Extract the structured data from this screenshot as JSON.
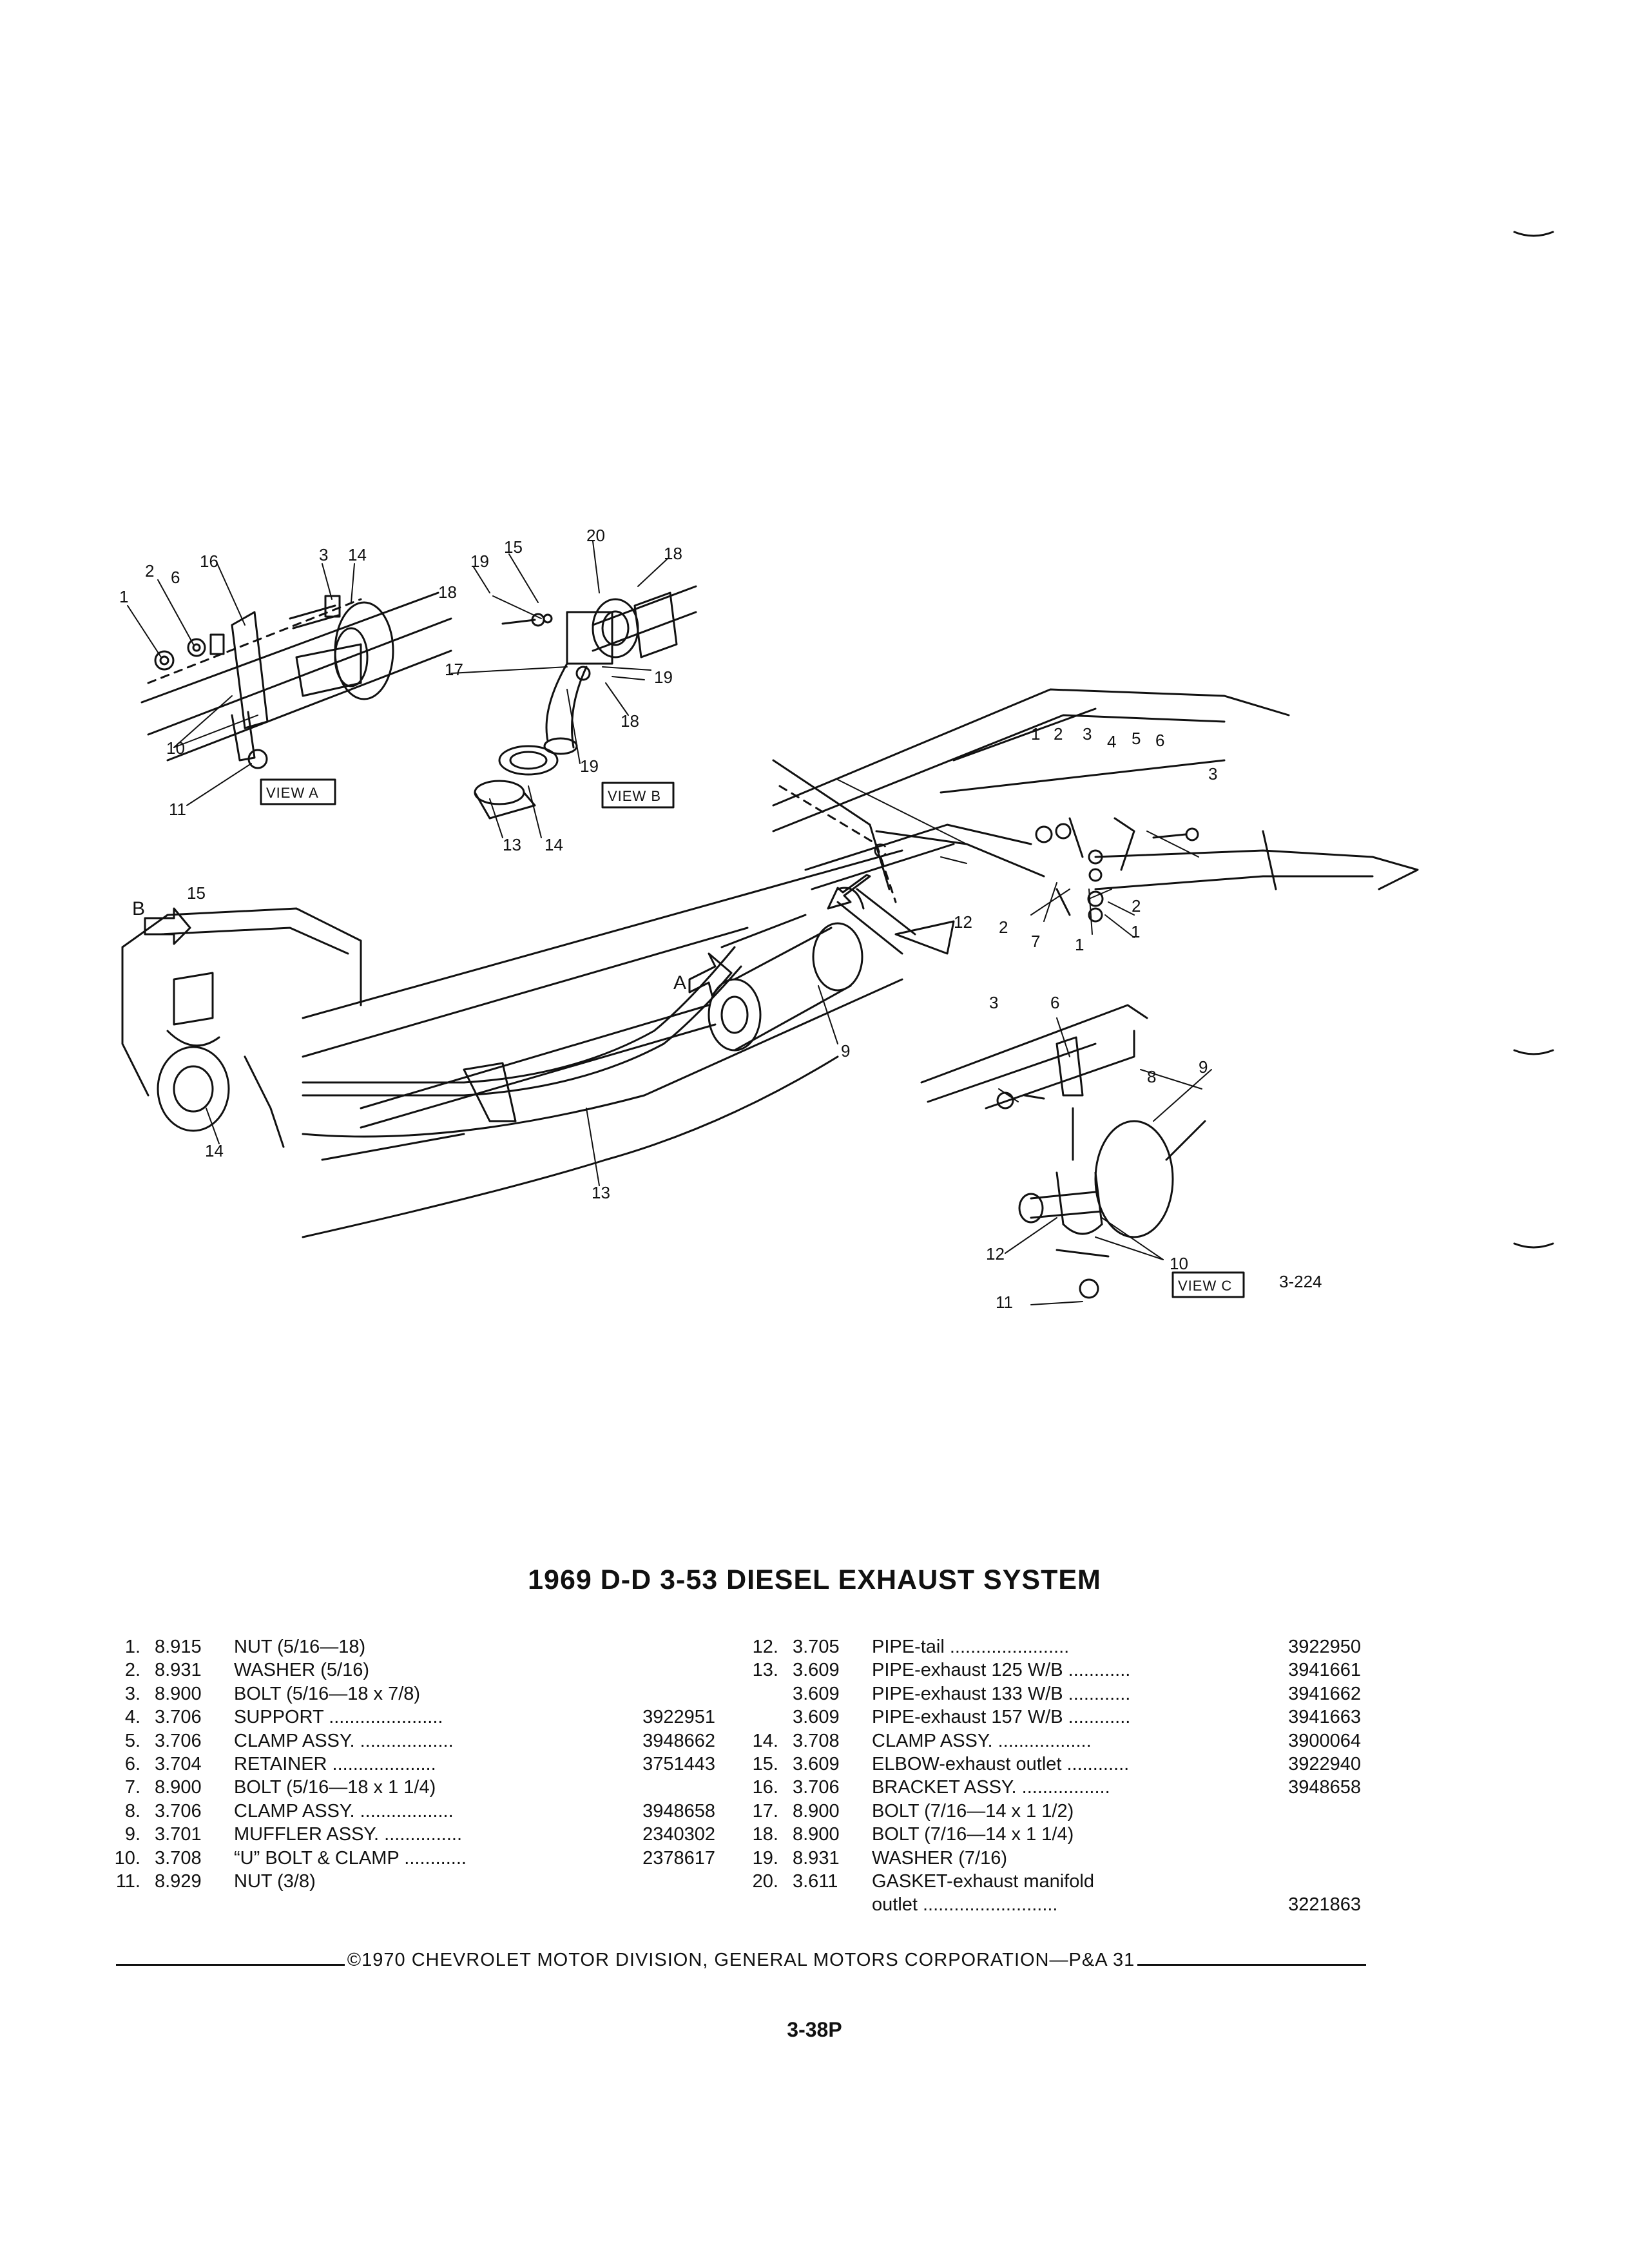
{
  "diagram": {
    "figure_ref": "3-224",
    "view_labels": [
      "VIEW A",
      "VIEW B",
      "VIEW C"
    ],
    "arrow_labels": [
      "A",
      "B",
      "C"
    ],
    "callouts": [
      "1",
      "2",
      "3",
      "4",
      "5",
      "6",
      "7",
      "8",
      "9",
      "10",
      "11",
      "12",
      "13",
      "14",
      "15",
      "16",
      "17",
      "18",
      "19",
      "20"
    ]
  },
  "title": "1969 D-D 3-53 DIESEL EXHAUST SYSTEM",
  "parts_left": [
    {
      "num": "1.",
      "code": "8.915",
      "desc": "NUT (5/16—18)",
      "pn": ""
    },
    {
      "num": "2.",
      "code": "8.931",
      "desc": "WASHER (5/16)",
      "pn": ""
    },
    {
      "num": "3.",
      "code": "8.900",
      "desc": "BOLT (5/16—18 x 7/8)",
      "pn": ""
    },
    {
      "num": "4.",
      "code": "3.706",
      "desc": "SUPPORT ......................",
      "pn": "3922951"
    },
    {
      "num": "5.",
      "code": "3.706",
      "desc": "CLAMP ASSY. ..................",
      "pn": "3948662"
    },
    {
      "num": "6.",
      "code": "3.704",
      "desc": "RETAINER ....................",
      "pn": "3751443"
    },
    {
      "num": "7.",
      "code": "8.900",
      "desc": "BOLT (5/16—18 x 1 1/4)",
      "pn": ""
    },
    {
      "num": "8.",
      "code": "3.706",
      "desc": "CLAMP ASSY. ..................",
      "pn": "3948658"
    },
    {
      "num": "9.",
      "code": "3.701",
      "desc": "MUFFLER ASSY. ...............",
      "pn": "2340302"
    },
    {
      "num": "10.",
      "code": "3.708",
      "desc": "“U” BOLT & CLAMP ............",
      "pn": "2378617"
    },
    {
      "num": "11.",
      "code": "8.929",
      "desc": "NUT (3/8)",
      "pn": ""
    }
  ],
  "parts_right": [
    {
      "num": "12.",
      "code": "3.705",
      "desc": "PIPE-tail .......................",
      "pn": "3922950"
    },
    {
      "num": "13.",
      "code": "3.609",
      "desc": "PIPE-exhaust 125 W/B ............",
      "pn": "3941661"
    },
    {
      "num": "",
      "code": "3.609",
      "desc": "PIPE-exhaust 133 W/B ............",
      "pn": "3941662"
    },
    {
      "num": "",
      "code": "3.609",
      "desc": "PIPE-exhaust 157 W/B ............",
      "pn": "3941663"
    },
    {
      "num": "14.",
      "code": "3.708",
      "desc": "CLAMP ASSY. ..................",
      "pn": "3900064"
    },
    {
      "num": "15.",
      "code": "3.609",
      "desc": "ELBOW-exhaust outlet ............",
      "pn": "3922940"
    },
    {
      "num": "16.",
      "code": "3.706",
      "desc": "BRACKET ASSY. .................",
      "pn": "3948658"
    },
    {
      "num": "17.",
      "code": "8.900",
      "desc": "BOLT (7/16—14 x 1 1/2)",
      "pn": ""
    },
    {
      "num": "18.",
      "code": "8.900",
      "desc": "BOLT (7/16—14 x 1 1/4)",
      "pn": ""
    },
    {
      "num": "19.",
      "code": "8.931",
      "desc": "WASHER (7/16)",
      "pn": ""
    },
    {
      "num": "20.",
      "code": "3.611",
      "desc": "GASKET-exhaust manifold",
      "pn": ""
    },
    {
      "num": "",
      "code": "",
      "desc": "outlet ..........................",
      "pn": "3221863"
    }
  ],
  "footer": "©1970 CHEVROLET MOTOR DIVISION, GENERAL MOTORS CORPORATION—P&A 31",
  "page_number": "3-38P"
}
